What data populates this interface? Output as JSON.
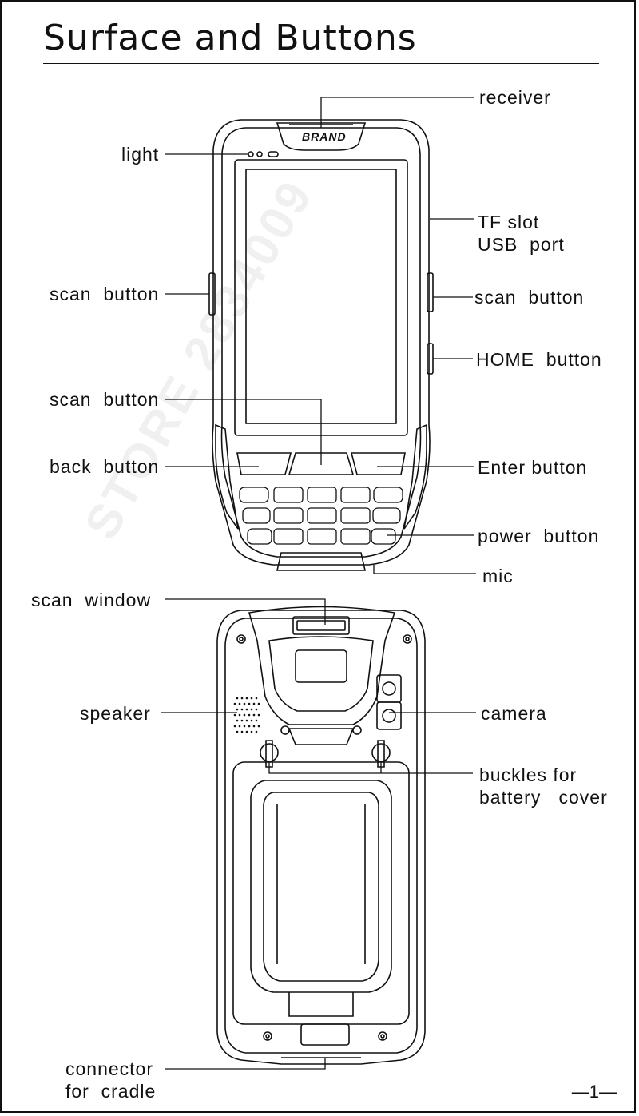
{
  "page_title": "Surface and Buttons",
  "brand_text": "BRAND",
  "watermark": "STORE 2834009",
  "page_number": "—1—",
  "labels": {
    "receiver": "receiver",
    "light": "light",
    "tf_slot": "TF slot",
    "usb_port": "USB  port",
    "scan_button_left": "scan  button",
    "scan_button_right": "scan  button",
    "home_button": "HOME  button",
    "scan_button_center": "scan  button",
    "back_button": "back  button",
    "enter_button": "Enter button",
    "power_button": "power  button",
    "mic": "mic",
    "scan_window": "scan  window",
    "speaker": "speaker",
    "camera": "camera",
    "buckles_line1": "buckles for",
    "buckles_line2": "battery   cover",
    "connector_line1": "connector",
    "connector_line2": "for  cradle"
  }
}
